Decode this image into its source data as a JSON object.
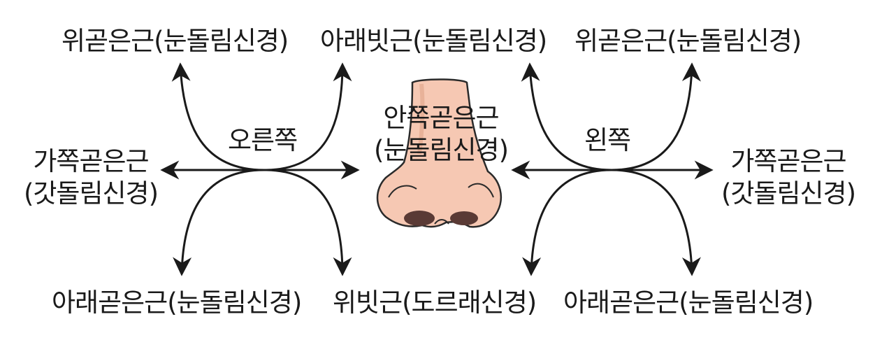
{
  "labels": {
    "right_eye": {
      "side": "오른쪽",
      "superior_oblique": "위곧은근(눈돌림신경)",
      "inferior_oblique_top": "아래빗근(눈돌림신경)",
      "lateral_rectus_1": "가쪽곧은근",
      "lateral_rectus_2": "(갓돌림신경)",
      "inferior_rectus": "아래곧은근(눈돌림신경)",
      "superior_oblique_bottom": "위빗근(도르래신경)"
    },
    "center": {
      "medial_rectus_1": "안쪽곧은근",
      "medial_rectus_2": "(눈돌림신경)"
    },
    "left_eye": {
      "side": "왼쪽",
      "superior_rectus": "위곧은근(눈돌림신경)",
      "lateral_rectus_1": "가쪽곧은근",
      "lateral_rectus_2": "(갓돌림신경)",
      "inferior_rectus": "아래곧은근(눈돌림신경)"
    }
  },
  "colors": {
    "arrow": "#1a1a1a",
    "nose_skin": "#f6c8b3",
    "nose_outline": "#2a2a2a",
    "nostril": "#5a3a35"
  }
}
